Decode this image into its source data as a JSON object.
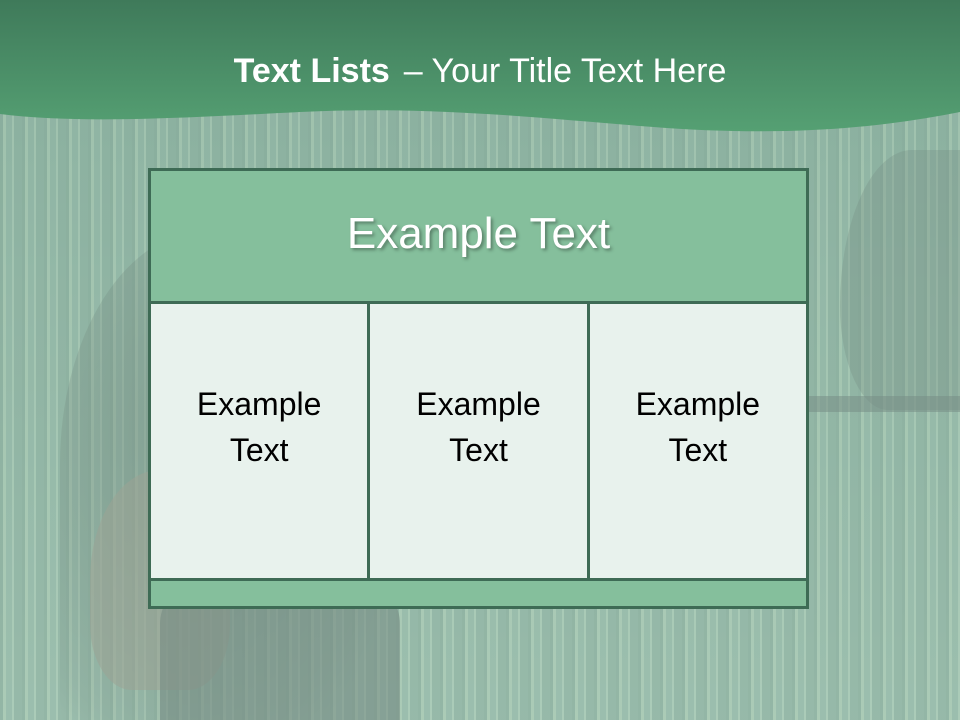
{
  "slide": {
    "title_bold": "Text Lists",
    "title_rest": "– Your Title Text Here"
  },
  "table": {
    "header": "Example Text",
    "cells": [
      "Example Text",
      "Example Text",
      "Example Text"
    ]
  },
  "colors": {
    "header_band": "#4e9a70",
    "table_header_fill": "#85bf9c",
    "table_cell_fill": "#e8f2ed",
    "table_border": "#3e6b55"
  }
}
